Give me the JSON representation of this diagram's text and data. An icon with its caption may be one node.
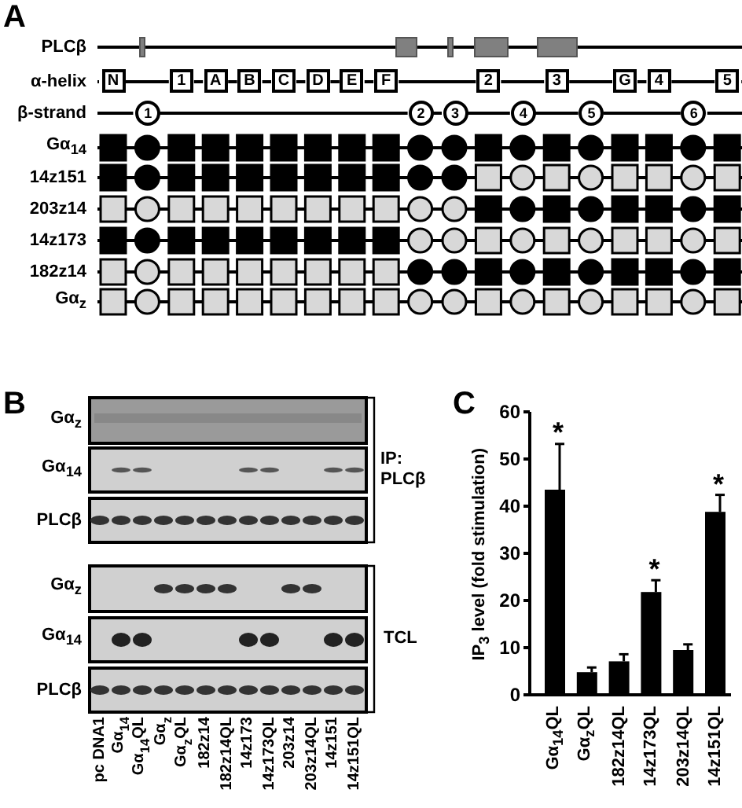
{
  "diagram": {
    "nodes": [
      {
        "text": [
          "N"
        ]
      },
      {
        "text": [
          "1"
        ]
      },
      {
        "text": [
          "A"
        ]
      },
      {
        "text": [
          "B"
        ]
      },
      {
        "text": [
          "C"
        ]
      },
      {
        "text": [
          "D"
        ]
      },
      {
        "text": [
          "E"
        ]
      },
      {
        "text": [
          "F"
        ]
      },
      {
        "text": [
          "2"
        ]
      },
      {
        "text": [
          "3"
        ]
      },
      {
        "text": [
          "G"
        ]
      },
      {
        "text": [
          "4"
        ]
      },
      {
        "text": [
          "5"
        ]
      },
      {
        "text": [
          "1"
        ]
      },
      {
        "text": [
          "2"
        ]
      },
      {
        "text": [
          "3"
        ]
      },
      {
        "text": [
          "4"
        ]
      },
      {
        "text": [
          "5"
        ]
      },
      {
        "text": [
          "6"
        ]
      }
    ],
    "edges": [
      {
        "from": 0,
        "to": 1,
        "arrow": "none"
      },
      {
        "from": 1,
        "to": 2,
        "arrow": "none"
      },
      {
        "from": 2,
        "to": 3,
        "arrow": "none"
      },
      {
        "from": 3,
        "to": 4,
        "arrow": "none"
      },
      {
        "from": 4,
        "to": 5,
        "arrow": "none"
      },
      {
        "from": 5,
        "to": 6,
        "arrow": "none"
      },
      {
        "from": 6,
        "to": 7,
        "arrow": "none"
      },
      {
        "from": 7,
        "to": 8,
        "arrow": "none"
      },
      {
        "from": 8,
        "to": 9,
        "arrow": "none"
      },
      {
        "from": 9,
        "to": 10,
        "arrow": "none"
      },
      {
        "from": 10,
        "to": 11,
        "arrow": "none"
      },
      {
        "from": 11,
        "to": 12,
        "arrow": "none"
      },
      {
        "from": 13,
        "to": 14,
        "arrow": "none"
      },
      {
        "from": 14,
        "to": 15,
        "arrow": "none"
      },
      {
        "from": 15,
        "to": 16,
        "arrow": "none"
      },
      {
        "from": 16,
        "to": 17,
        "arrow": "none"
      },
      {
        "from": 17,
        "to": 18,
        "arrow": "none"
      }
    ],
    "labels": [
      "A",
      "PLCβ",
      "α-helix",
      "β-strand",
      "Gα$_{14}$",
      "14z151",
      "203z14",
      "14z173",
      "182z14",
      "Gα$_{z}$",
      "B",
      "C",
      "Gα$_{z}$",
      "Gα$_{14}$",
      "PLCβ",
      "IP: PLCβ",
      "Gα$_{z}$",
      "Gα$_{14}$",
      "PLCβ",
      "TCL",
      "pc DNA1",
      "Gα$_{14}$",
      "Gα$_{14}$QL",
      "Gα$_{z}$",
      "Gα$_{z}$QL",
      "182z14",
      "182z14QL",
      "14z173",
      "14z173QL",
      "203z14",
      "203z14QL",
      "14z151",
      "14z151QL"
    ],
    "chart_data": {
      "type": "bar",
      "ylabel": "IP$_{3}$ level (fold stimulation)",
      "categories": [
        "Gα$_{14}$QL",
        "Gα$_{z}$QL",
        "182z14QL",
        "14z173QL",
        "203z14QL",
        "14z151QL"
      ],
      "series": [
        {
          "color": "#000000",
          "values": [
            43.5,
            4.8,
            7.1,
            21.8,
            9.5,
            38.8
          ],
          "errors": [
            9.7,
            1.0,
            1.5,
            2.5,
            1.2,
            3.6
          ]
        }
      ],
      "ylim": [
        0,
        60
      ],
      "yticks": [
        0,
        10,
        20,
        30,
        40,
        50,
        60
      ],
      "annotations": [
        "*",
        "*",
        "*"
      ]
    }
  }
}
